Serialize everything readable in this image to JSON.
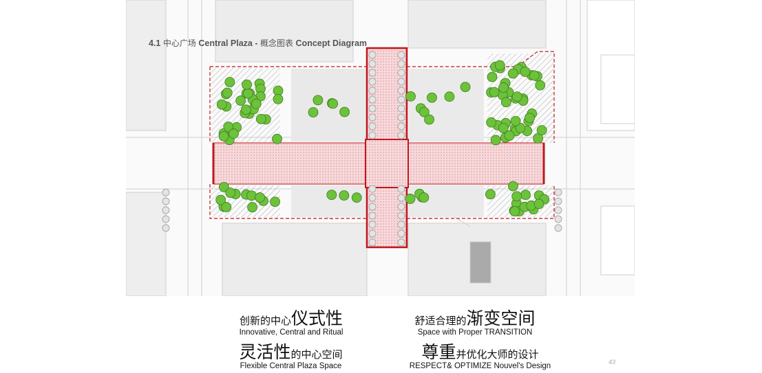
{
  "title": {
    "number": "4.1",
    "cn_main": "中心广场",
    "en_main": "Central Plaza",
    "separator": "-",
    "cn_sub": "概念图表",
    "en_sub": "Concept Diagram"
  },
  "captions": [
    {
      "cn_small": "创新的中心",
      "cn_big": "仪式性",
      "en": "Innovative,  Central and  Ritual"
    },
    {
      "cn_small_pre": "舒适合理的",
      "cn_big": "渐变空间",
      "en": "Space with Proper TRANSITION"
    },
    {
      "cn_big": "灵活性",
      "cn_small": "的中心空间",
      "en": "Flexible Central Plaza Space"
    },
    {
      "cn_big": "尊重",
      "cn_small": "并优化大师的设计",
      "en": "RESPECT& OPTIMIZE Nouvel's Design"
    }
  ],
  "page_number": "43",
  "colors": {
    "accent_red": "#c0161c",
    "plaza_pink": "#f3c9cc",
    "tree_green": "#6cc23a",
    "linework": "#c8c8c8"
  }
}
